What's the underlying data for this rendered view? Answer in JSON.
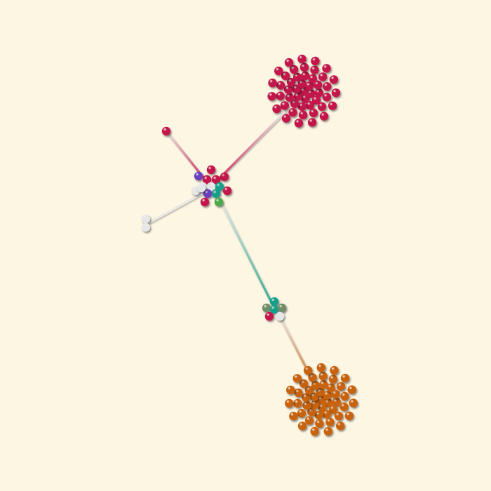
{
  "diagram": {
    "type": "network-graph",
    "background": "#fdf6e3",
    "colors": {
      "crimson": "#c4174c",
      "orange": "#c8620f",
      "white": "#e6e6e6",
      "teal": "#15a08a",
      "purple": "#6a3fbf",
      "green": "#49a84a",
      "sage": "#6f8d68"
    },
    "clusters": [
      {
        "id": "crimson-cluster",
        "color": "crimson",
        "node_count": 48
      },
      {
        "id": "hub-cluster",
        "colors": [
          "crimson",
          "purple",
          "white",
          "teal",
          "green"
        ],
        "node_count": 15
      },
      {
        "id": "small-cluster",
        "colors": [
          "teal",
          "sage",
          "crimson",
          "white"
        ],
        "node_count": 6
      },
      {
        "id": "orange-cluster",
        "color": "orange",
        "node_count": 48
      },
      {
        "id": "white-pair",
        "color": "white",
        "node_count": 2
      },
      {
        "id": "lone-node",
        "color": "crimson",
        "node_count": 1
      }
    ],
    "links": [
      {
        "from": "hub-cluster",
        "to": "crimson-cluster",
        "colors": [
          "crimson",
          "white"
        ]
      },
      {
        "from": "hub-cluster",
        "to": "lone-node",
        "colors": [
          "crimson",
          "white"
        ]
      },
      {
        "from": "hub-cluster",
        "to": "white-pair",
        "colors": [
          "white",
          "white"
        ]
      },
      {
        "from": "hub-cluster",
        "to": "small-cluster",
        "colors": [
          "white",
          "teal"
        ]
      },
      {
        "from": "small-cluster",
        "to": "orange-cluster",
        "colors": [
          "white",
          "orange"
        ]
      }
    ]
  }
}
